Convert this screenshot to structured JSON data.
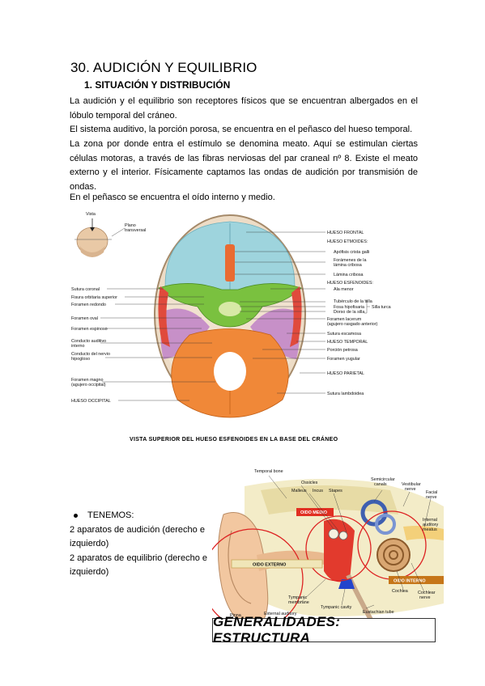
{
  "document": {
    "title": "30. AUDICIÓN Y EQUILIBRIO",
    "subtitle": "1.   SITUACIÓN Y DISTRIBUCIÓN",
    "paragraphs": [
      "La audición y el equilibrio son receptores físicos que se encuentran albergados en el lóbulo temporal del cráneo.",
      "El sistema auditivo, la porción porosa, se encuentra en el peñasco del hueso temporal.",
      "La zona por donde entra el estímulo se denomina meato. Aquí se estimulan ciertas células motoras, a través de las fibras nerviosas del par craneal nº 8.  Existe el meato externo y el interior.  Físicamente captamos las ondas de audición por transmisión de ondas.",
      "En el peñasco se encuentra el oído interno y medio."
    ],
    "bullet": {
      "heading": "TENEMOS:",
      "lines": [
        "2 aparatos de audición (derecho e izquierdo)",
        "2 aparatos de equilibrio (derecho e izquierdo)"
      ]
    }
  },
  "skull_figure": {
    "caption": "VISTA SUPERIOR DEL HUESO ESFENOIDES EN LA BASE DEL CRÁNEO",
    "inset_labels": {
      "vista": "Vista",
      "plano": "Plano",
      "transversal": "transversal"
    },
    "left_labels": {
      "sutura_coronal": "Sutura coronal",
      "fisura_orbitaria": "Fisura orbitaria superior",
      "foramen_redondo": "Foramen redondo",
      "foramen_oval": "Foramen oval",
      "foramen_espinoso": "Foramen espinoso",
      "conducto_auditivo_1": "Conducto auditivo",
      "conducto_auditivo_2": "interno",
      "conducto_nervio_1": "Conducto del nervio",
      "conducto_nervio_2": "hipogloso",
      "foramen_magno_1": "Foramen magno",
      "foramen_magno_2": "(agujero occipital)",
      "hueso_occipital": "HUESO OCCIPITAL"
    },
    "right_labels": {
      "hueso_frontal": "HUESO FRONTAL",
      "hueso_etmoides": "HUESO ETMOIDES:",
      "apofisis": "Apófisis crista galli",
      "foramenes_1": "Forámenes de la",
      "foramenes_2": "lámina cribosa",
      "lamina": "Lámina cribosa",
      "hueso_esfenoides": "HUESO ESFENOIDES:",
      "ala_menor": "Ala menor",
      "tuberculo": "Tubérculo de la silla",
      "fosa": "Fosa hipofisaria",
      "dorso": "Dorso de la silla",
      "silla_turca": "Silla turca",
      "foramen_lacerum_1": "Foramen lacerum",
      "foramen_lacerum_2": "(agujero rasgado anterior)",
      "sutura_escamosa": "Sutura escamosa",
      "hueso_temporal": "HUESO TEMPORAL",
      "porcion_petrosa": "Porción petrosa",
      "foramen_yugular": "Foramen yugular",
      "hueso_parietal": "HUESO PARIETAL",
      "sutura_lambdoidea": "Sutura lambdoidea"
    }
  },
  "ear_figure": {
    "banner": "GENERALIDADES: ESTRUCTURA",
    "labels": {
      "temporal_bone": "Temporal bone",
      "ossicles": "Ossicles",
      "malleus": "Malleus",
      "incus": "Incus",
      "stapes": "Stapes",
      "semicircular_1": "Semicircular",
      "semicircular_2": "canals",
      "vestibular_1": "Vestibular",
      "vestibular_2": "nerve",
      "facial_1": "Facial",
      "facial_2": "nerve",
      "internal_1": "Internal",
      "internal_2": "auditory",
      "internal_3": "meatus",
      "oido_medio": "OIDO MEDIO",
      "oido_externo": "OIDO EXTERNO",
      "oido_interno": "OIDO INTERNO",
      "cochlea": "Cochlea",
      "cochlear_1": "Cochlear",
      "cochlear_2": "nerve",
      "pinna": "Pinna",
      "tympanic_1": "Tympanic",
      "tympanic_2": "membrane",
      "external": "External auditory",
      "tympanic_cavity": "Tympanic cavity",
      "eustachian": "Eustachian tube"
    }
  }
}
